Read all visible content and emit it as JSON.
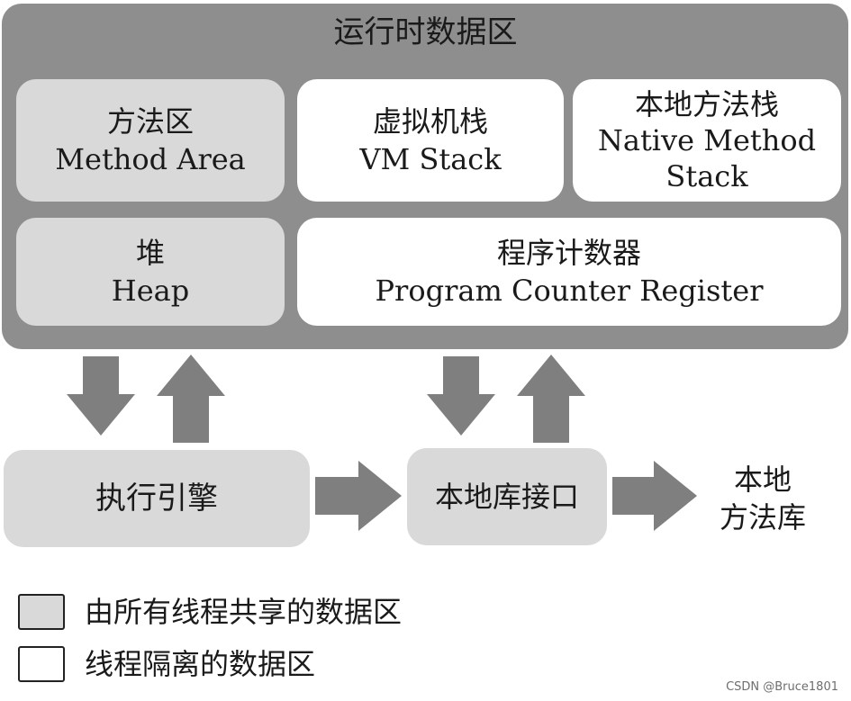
{
  "runtime_area": {
    "title": "运行时数据区"
  },
  "method_area": {
    "zh": "方法区",
    "en": "Method Area"
  },
  "vm_stack": {
    "zh": "虚拟机栈",
    "en": "VM Stack"
  },
  "native_stack": {
    "zh": "本地方法栈",
    "en_line1": "Native Method",
    "en_line2": "Stack"
  },
  "heap": {
    "zh": "堆",
    "en": "Heap"
  },
  "pc_register": {
    "zh": "程序计数器",
    "en": "Program Counter Register"
  },
  "execution_engine": {
    "label": "执行引擎"
  },
  "native_interface": {
    "label": "本地库接口"
  },
  "native_library": {
    "line1": "本地",
    "line2": "方法库"
  },
  "legend": {
    "shared": "由所有线程共享的数据区",
    "isolated": "线程隔离的数据区"
  },
  "watermark": "CSDN @Bruce1801",
  "colors": {
    "runtime_bg": "#8e8e8e",
    "shared_fill": "#d9d9d9",
    "isolated_fill": "#ffffff",
    "arrow": "#7f7f7f"
  }
}
